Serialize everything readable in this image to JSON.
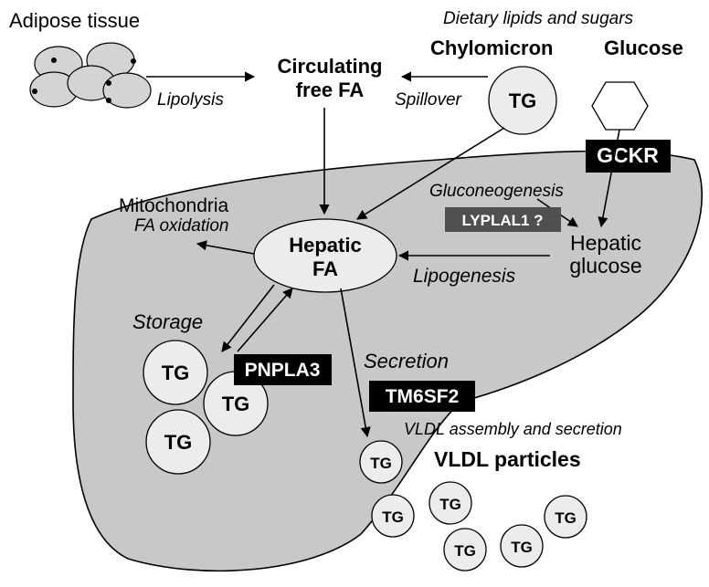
{
  "labels": {
    "adipose": "Adipose tissue",
    "dietary": "Dietary lipids and sugars",
    "chylomicron": "Chylomicron",
    "glucose": "Glucose",
    "circulating_line1": "Circulating",
    "circulating_line2": "free FA",
    "lipolysis": "Lipolysis",
    "spillover": "Spillover",
    "chylo_tg": "TG",
    "mito": "Mitochondria",
    "fa_oxidation": "FA oxidation",
    "gluconeogenesis": "Gluconeogenesis",
    "hepatic_fa_line1": "Hepatic",
    "hepatic_fa_line2": "FA",
    "hepatic_glucose_line1": "Hepatic",
    "hepatic_glucose_line2": "glucose",
    "lipogenesis": "Lipogenesis",
    "storage": "Storage",
    "secretion": "Secretion",
    "vldl_assembly": "VLDL assembly and secretion",
    "vldl_particles": "VLDL particles",
    "tg": "TG"
  },
  "genes": {
    "gckr": "GCKR",
    "lyplal1": "LYPLAL1 ?",
    "pnpla3": "PNPLA3",
    "tm6sf2": "TM6SF2"
  },
  "colors": {
    "liver": "#c8c8c8",
    "circle_fill": "#ececec",
    "gene_box": "#000000",
    "lyplal1_box": "#505050"
  }
}
